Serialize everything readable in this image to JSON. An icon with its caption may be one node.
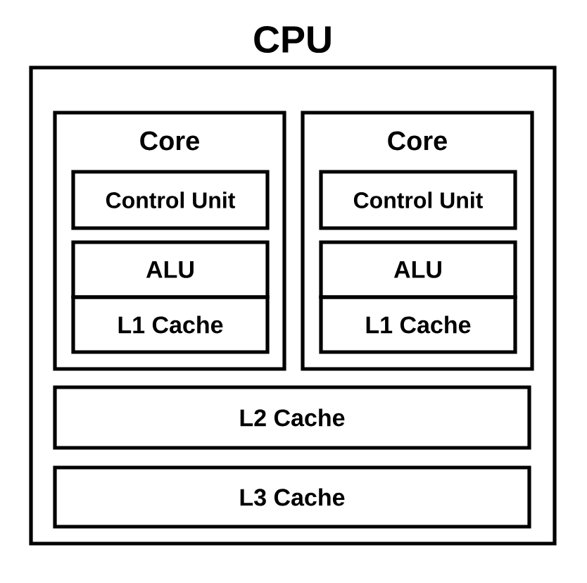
{
  "diagram": {
    "nodes": [
      {
        "text": [
          "CPU"
        ]
      },
      {
        "text": [
          "Core"
        ],
        "in": 0
      },
      {
        "text": [
          "Control Unit"
        ],
        "in": 1
      },
      {
        "text": [
          "ALU"
        ],
        "in": 1
      },
      {
        "text": [
          "L1 Cache"
        ],
        "in": 1
      },
      {
        "text": [
          "Core"
        ],
        "in": 0
      },
      {
        "text": [
          "Control Unit"
        ],
        "in": 5
      },
      {
        "text": [
          "ALU"
        ],
        "in": 5
      },
      {
        "text": [
          "L1 Cache"
        ],
        "in": 5
      },
      {
        "text": [
          "L2 Cache"
        ],
        "in": 0
      },
      {
        "text": [
          "L3 Cache"
        ],
        "in": 0
      }
    ]
  }
}
